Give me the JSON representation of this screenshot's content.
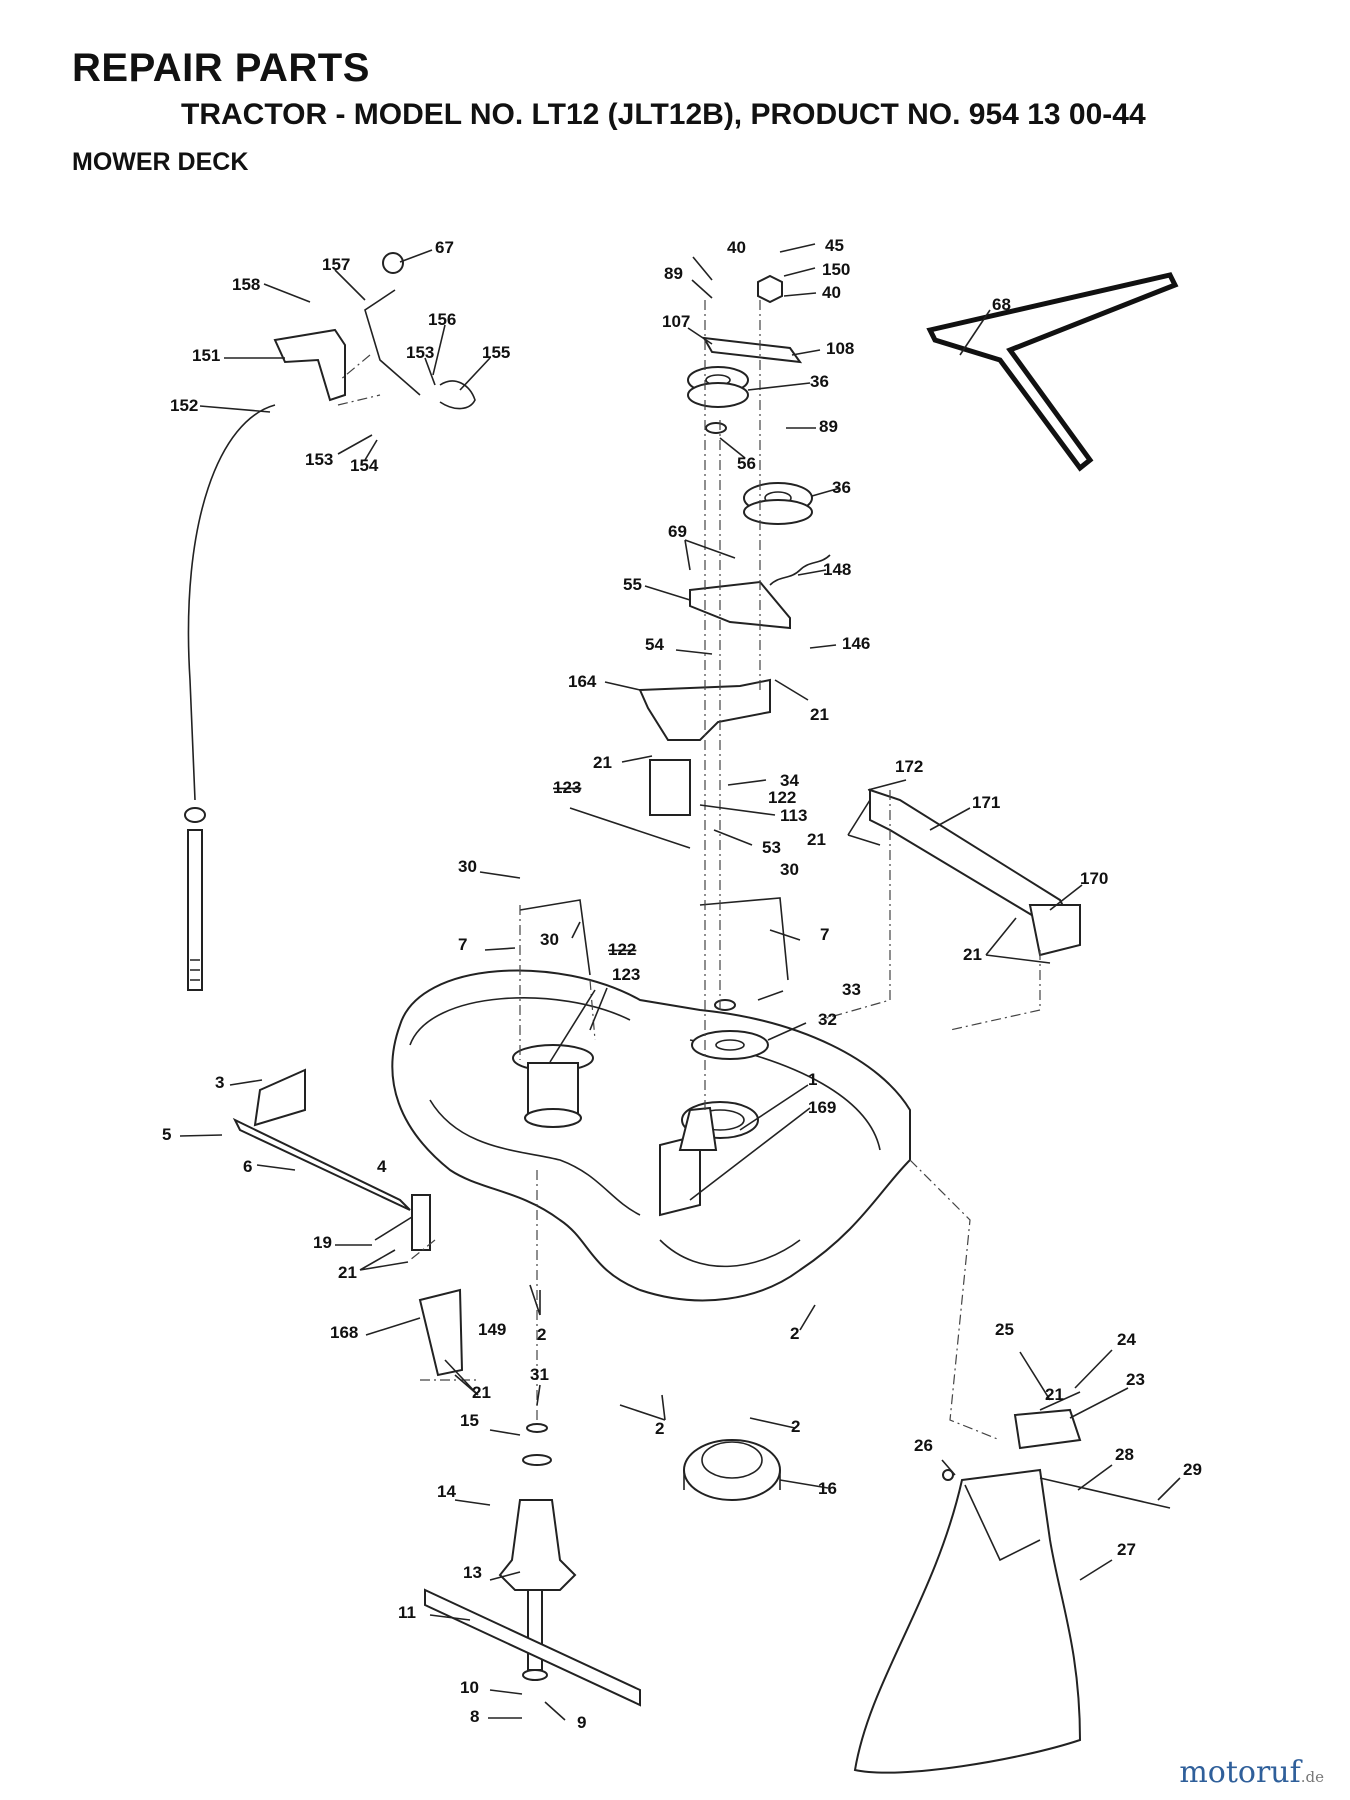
{
  "header": {
    "title": "REPAIR PARTS",
    "model_line": "TRACTOR - MODEL NO. LT12 (JLT12B), PRODUCT NO. 954 13 00-44",
    "section": "MOWER DECK"
  },
  "watermark": {
    "name": "motoruf",
    "suffix": ".de"
  },
  "callouts": [
    "158",
    "157",
    "67",
    "151",
    "156",
    "153",
    "155",
    "152",
    "153",
    "154",
    "40",
    "45",
    "89",
    "150",
    "40",
    "107",
    "108",
    "36",
    "89",
    "56",
    "36",
    "68",
    "69",
    "148",
    "55",
    "54",
    "146",
    "164",
    "21",
    "21",
    "34",
    "123",
    "122",
    "113",
    "53",
    "172",
    "171",
    "21",
    "170",
    "21",
    "30",
    "7",
    "30",
    "122",
    "123",
    "30",
    "7",
    "33",
    "32",
    "1",
    "169",
    "3",
    "5",
    "6",
    "4",
    "19",
    "21",
    "168",
    "149",
    "2",
    "21",
    "2",
    "31",
    "15",
    "2",
    "2",
    "16",
    "25",
    "24",
    "21",
    "23",
    "26",
    "28",
    "29",
    "27",
    "14",
    "13",
    "11",
    "10",
    "8",
    "9"
  ]
}
